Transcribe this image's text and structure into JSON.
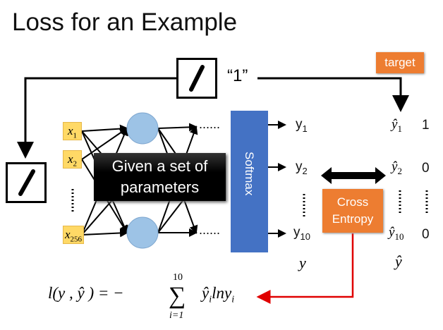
{
  "title": "Loss for an Example",
  "label_quote": "“1”",
  "target_label": "target",
  "inputs": [
    {
      "var": "x",
      "sub": "1"
    },
    {
      "var": "x",
      "sub": "2"
    },
    {
      "var": "x",
      "sub": "256"
    }
  ],
  "softmax_label": "Softmax",
  "outputs": [
    {
      "var": "y",
      "sub": "1"
    },
    {
      "var": "y",
      "sub": "2"
    },
    {
      "var": "y",
      "sub": "10"
    }
  ],
  "output_col_label": "y",
  "targets": [
    {
      "var": "ŷ",
      "sub": "1",
      "value": "1"
    },
    {
      "var": "ŷ",
      "sub": "2",
      "value": "0"
    },
    {
      "var": "ŷ",
      "sub": "10",
      "value": "0"
    }
  ],
  "target_col_label": "ŷ",
  "cross_entropy_label": [
    "Cross",
    "Entropy"
  ],
  "overlay_label": [
    "Given a set of",
    "parameters"
  ],
  "formula": {
    "lhs": "l(y , ŷ ) = −",
    "sum_top": "10",
    "sum_bottom": "i=1",
    "sum": "∑",
    "term_hat": "ŷ",
    "term_hat_sub": "i",
    "term_ln": "lny",
    "term_ln_sub": "i"
  },
  "dots": "......",
  "colors": {
    "orange": "#ED7D31",
    "blue": "#4472C4",
    "salmon": "#F4B183",
    "red": "#E00000",
    "gray": "#D9D9D9",
    "node": "#9DC3E6"
  }
}
